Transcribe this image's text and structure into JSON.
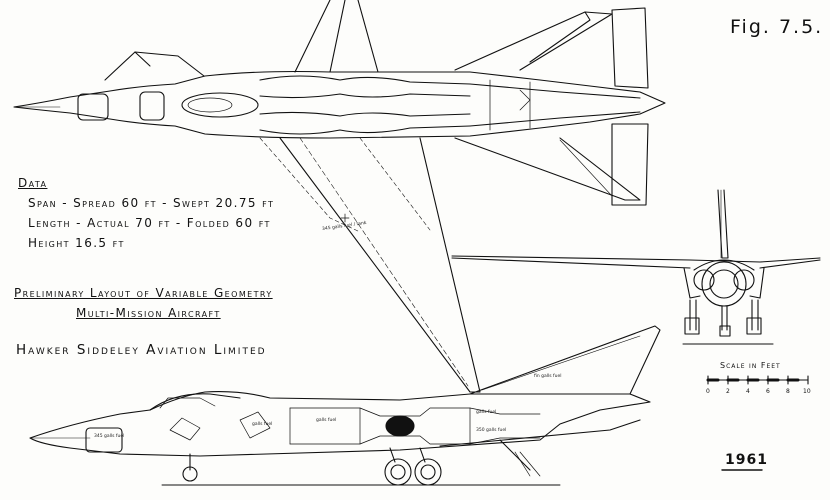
{
  "figure_label": "Fig. 7.5.",
  "data_block": {
    "heading": "Data",
    "span": "Span - Spread 60 ft - Swept 20.75 ft",
    "length": "Length - Actual 70 ft - Folded 60 ft",
    "height": "Height 16.5 ft"
  },
  "title_lines": [
    "Preliminary Layout of Variable Geometry",
    "Multi-Mission Aircraft"
  ],
  "company": "Hawker Siddeley Aviation Limited",
  "scale": {
    "title": "Scale in Feet",
    "ticks": [
      "0",
      "2",
      "4",
      "6",
      "8",
      "10"
    ]
  },
  "year": "1961",
  "drawing_notes": {
    "plan_wing_fuel": "345 galls fuel / tank",
    "fin_fuel": "fin galls fuel",
    "nose_fuel": "345 galls fuel",
    "mid_fuel_a": "galls fuel",
    "mid_fuel_b": "galls fuel",
    "rear_fuel": "galls fuel",
    "aft_fuel": "350 galls fuel"
  },
  "colors": {
    "ink": "#111111",
    "paper": "#fdfdfb"
  }
}
